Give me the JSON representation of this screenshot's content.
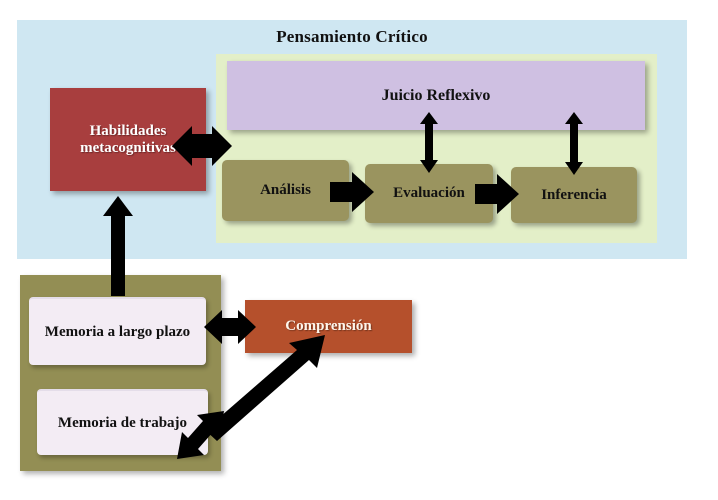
{
  "diagram": {
    "title": "Pensamiento Crítico",
    "colors": {
      "panel_blue": "#cfe7f2",
      "panel_green": "#e3efc8",
      "memory_container_olive": "#938e54",
      "box_red": "#a83e3e",
      "box_purple": "#cfc0e2",
      "box_olive": "#9a945f",
      "box_brick": "#b5502c",
      "box_memory": "#f3ecf4",
      "arrow": "#000000"
    },
    "nodes": {
      "metacognitive_skills": "Habilidades metacognitivas",
      "reflective_judgment": "Juicio Reflexivo",
      "analysis": "Análisis",
      "evaluation": "Evaluación",
      "inference": "Inferencia",
      "long_term_memory": "Memoria a largo plazo",
      "working_memory": "Memoria de trabajo",
      "comprehension": "Comprensión"
    },
    "connections": [
      {
        "from": "Habilidades metacognitivas",
        "to": "Análisis",
        "type": "double"
      },
      {
        "from": "Análisis",
        "to": "Evaluación",
        "type": "single"
      },
      {
        "from": "Evaluación",
        "to": "Inferencia",
        "type": "single"
      },
      {
        "from": "Evaluación",
        "to": "Juicio Reflexivo",
        "type": "double"
      },
      {
        "from": "Inferencia",
        "to": "Juicio Reflexivo",
        "type": "double"
      },
      {
        "from": "Memoria a largo plazo",
        "to": "Habilidades metacognitivas",
        "type": "single-up"
      },
      {
        "from": "Memoria a largo plazo",
        "to": "Comprensión",
        "type": "double"
      },
      {
        "from": "Memoria de trabajo",
        "to": "Comprensión",
        "type": "double-diagonal"
      }
    ]
  }
}
